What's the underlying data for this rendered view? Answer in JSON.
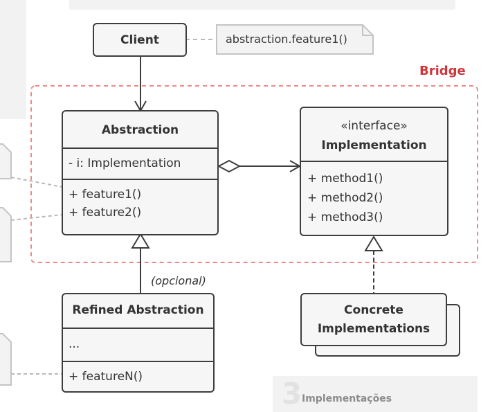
{
  "diagram": {
    "client": {
      "label": "Client"
    },
    "client_note": {
      "text": "abstraction.feature1()"
    },
    "bridge": {
      "label": "Bridge",
      "color": "#d0373b"
    },
    "abstraction": {
      "name": "Abstraction",
      "fields": [
        "- i: Implementation"
      ],
      "methods": [
        "+ feature1()",
        "+ feature2()"
      ]
    },
    "implementation": {
      "stereotype": "«interface»",
      "name": "Implementation",
      "methods": [
        "+ method1()",
        "+ method2()",
        "+ method3()"
      ]
    },
    "refined_abstraction": {
      "name": "Refined Abstraction",
      "fields": [
        "..."
      ],
      "methods": [
        "+ featureN()"
      ]
    },
    "optional_label": "(opcional)",
    "concrete_implementations": {
      "line1": "Concrete",
      "line2": "Implementations"
    }
  },
  "section": {
    "number": "3",
    "title": "Implementações"
  }
}
